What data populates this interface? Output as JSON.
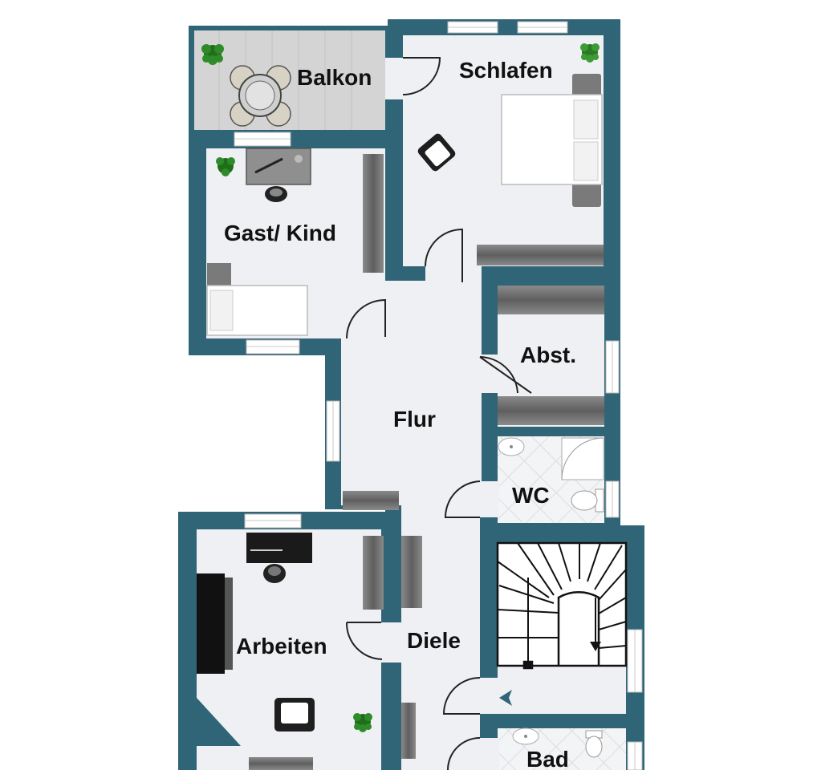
{
  "colors": {
    "wall": "#2f6577",
    "floor": "#eef0f3",
    "balcony_floor": "#d4d4d4",
    "window": "#ffffff",
    "furniture_dark": "#6f6f6f",
    "bed": "#ffffff"
  },
  "rooms": {
    "balkon": "Balkon",
    "schlafen": "Schlafen",
    "gast_kind": "Gast/ Kind",
    "abst": "Abst.",
    "flur": "Flur",
    "wc": "WC",
    "arbeiten": "Arbeiten",
    "diele": "Diele",
    "bad": "Bad"
  },
  "icons": [
    "plant-icon",
    "chair-icon",
    "bed-icon",
    "desk-icon",
    "toilet-icon",
    "sink-icon",
    "shower-icon",
    "staircase-icon",
    "door-icon",
    "wardrobe-icon",
    "table-icon"
  ]
}
